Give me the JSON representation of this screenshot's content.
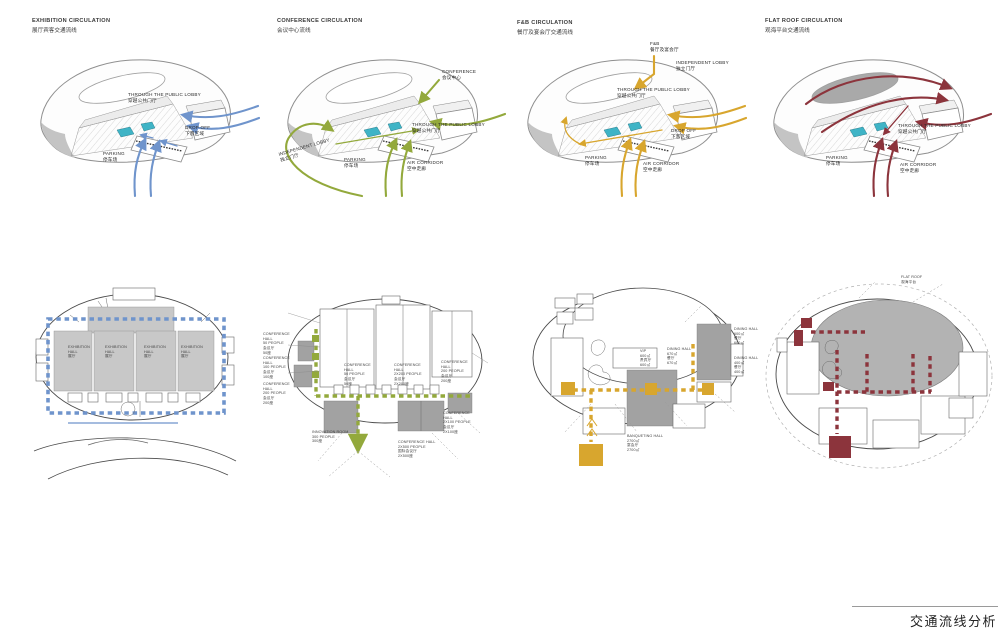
{
  "footer": {
    "title": "交通流线分析"
  },
  "panels": [
    {
      "id": "exhibition",
      "title": "EXHIBITION CIRCULATION",
      "subtitle": "展厅宾客交通流线",
      "color": "#6f94cc",
      "labels": {
        "through_lobby": "THROUGH THE PUBLIC LOBBY\n穿越公共门厅",
        "drop_off": "DROP OFF\n下客区域",
        "parking": "PARKING\n停车场"
      }
    },
    {
      "id": "conference",
      "title": "CONFERENCE CIRCULATION",
      "subtitle": "会议中心流线",
      "color": "#93a93c",
      "labels": {
        "conference": "CONFERENCE\n会议中心",
        "through_lobby": "THROUGH THE PUBLIC LOBBY\n穿越公共门厅",
        "independent_lobby": "INDEPENDENT LOBBY\n独立门厅",
        "parking": "PARKING\n停车场",
        "air_corridor": "AIR CORRIDOR\n空中走廊"
      }
    },
    {
      "id": "fnb",
      "title": "F&B CIRCULATION",
      "subtitle": "餐厅及宴会厅交通流线",
      "color": "#d8a62e",
      "labels": {
        "fnb": "F&B\n餐厅及宴会厅",
        "independent_lobby": "INDEPENDENT LOBBY\n独立门厅",
        "through_lobby": "THROUGH THE PUBLIC LOBBY\n穿越公共门厅",
        "drop_off": "DROP OFF\n下客区域",
        "parking": "PARKING\n停车场",
        "air_corridor": "AIR CORRIDOR\n空中走廊"
      }
    },
    {
      "id": "flatroof",
      "title": "FLAT ROOF CIRCULATION",
      "subtitle": "观海平台交通流线",
      "color": "#8c343c",
      "labels": {
        "through_lobby": "THROUGH THE PUBLIC LOBBY\n穿越公共门厅",
        "parking": "PARKING\n停车场",
        "air_corridor": "AIR CORRIDOR\n空中走廊"
      }
    }
  ],
  "plans": [
    {
      "id": "exhibition-plan",
      "halls": [
        "EXHIBITION HALL\n展厅",
        "EXHIBITION HALL\n展厅",
        "EXHIBITION HALL\n展厅",
        "EXHIBITION HALL\n展厅"
      ]
    },
    {
      "id": "conference-plan",
      "rooms": {
        "left_50": "CONFERENCE\nHALL\n50 PEOPLE\n会议厅\n50座",
        "left_100": "CONFERENCE\nHALL\n100 PEOPLE\n会议厅\n100座",
        "left_200": "CONFERENCE\nHALL\n200 PEOPLE\n会议厅\n200座",
        "mid_50": "CONFERENCE\nHALL\n50 PEOPLE\n会议厅\n50座",
        "mid_2x200": "CONFERENCE\nHALL\n2X200 PEOPLE\n会议厅\n2X200座",
        "mid_200": "CONFERENCE\nHALL\n200 PEOPLE\n会议厅\n200座",
        "innovation": "INNOVATION ROOM\n300 PEOPLE\n300座",
        "hall_2x500": "CONFERENCE HALL\n2X500 PEOPLE\n国际会议厅\n2X500座",
        "hall_2x100": "CONFERENCE\nHALL\n2X100 PEOPLE\n会议厅\n2X100座"
      }
    },
    {
      "id": "fnb-plan",
      "rooms": {
        "vip": "VIP\n600㎡\n贵宾厅\n600㎡",
        "dining": "DINING HALL\n670㎡\n餐厅\n670㎡",
        "banqueting": "BANQUETING HALL\n2700㎡\n宴会厅\n2700㎡",
        "dining_600": "DINING HALL\n600㎡\n餐厅\n600㎡",
        "dining_400": "DINING HALL\n400㎡\n餐厅\n400㎡"
      }
    },
    {
      "id": "flatroof-plan",
      "rooms": {
        "flat_roof": "FLAT ROOF\n观海平台"
      }
    }
  ]
}
